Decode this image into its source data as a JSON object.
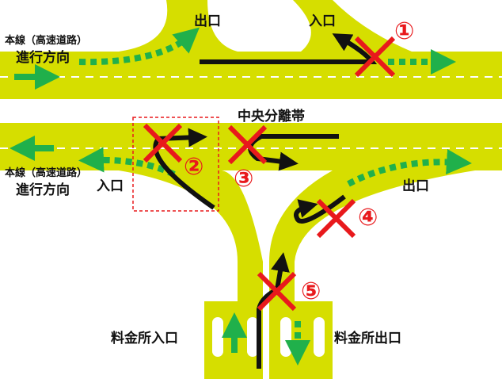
{
  "colors": {
    "road": "#d6de00",
    "arrow_green": "#20b04b",
    "cross_red": "#e8191c",
    "lane": "#ffffff"
  },
  "labels": {
    "exit_top": "出口",
    "entrance_top": "入口",
    "mainline_top_line1": "本線（高速道路）",
    "mainline_top_line2": "進行方向",
    "median": "中央分離帯",
    "mainline_bottom_line1": "本線（高速道路）",
    "mainline_bottom_line2": "進行方向",
    "entrance_left": "入口",
    "exit_right": "出口",
    "toll_entrance": "料金所入口",
    "toll_exit": "料金所出口"
  },
  "prohibitions": [
    {
      "number": "①"
    },
    {
      "number": "②"
    },
    {
      "number": "③"
    },
    {
      "number": "④"
    },
    {
      "number": "⑤"
    }
  ]
}
